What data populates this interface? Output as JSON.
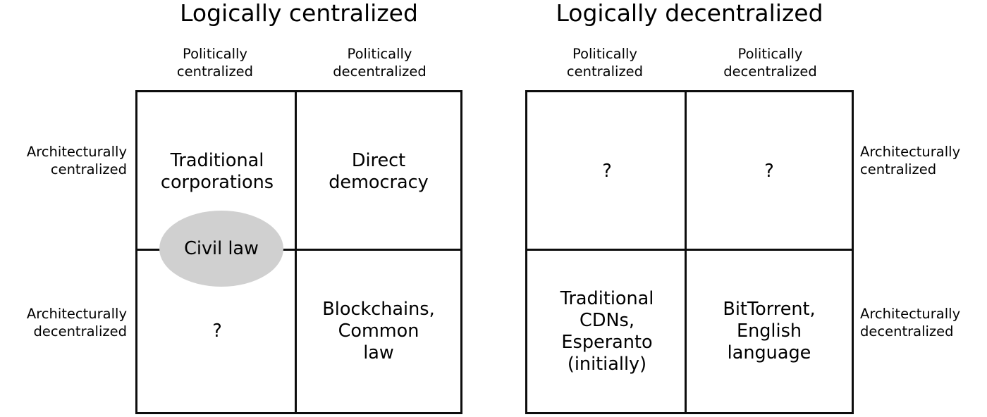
{
  "figure": {
    "background_color": "#ffffff",
    "line_color": "#0d0d0d",
    "text_color": "#000000",
    "highlight_fill": "#d0d0d0"
  },
  "groups": [
    {
      "title": "Logically centralized",
      "col_headers": [
        "Politically\ncentralized",
        "Politically\ndecentralized"
      ],
      "row_labels": [
        "Architecturally\ncentralized",
        "Architecturally\ndecentralized"
      ],
      "row_label_side": "left",
      "cells": [
        {
          "text": "Traditional\ncorporations"
        },
        {
          "text": "Direct\ndemocracy"
        },
        {
          "text": "?"
        },
        {
          "text": "Blockchains,\nCommon\nlaw"
        }
      ],
      "highlight": {
        "label": "Civil law"
      }
    },
    {
      "title": "Logically decentralized",
      "col_headers": [
        "Politically\ncentralized",
        "Politically\ndecentralized"
      ],
      "row_labels": [
        "Architecturally\ncentralized",
        "Architecturally\ndecentralized"
      ],
      "row_label_side": "right",
      "cells": [
        {
          "text": "?"
        },
        {
          "text": "?"
        },
        {
          "text": "Traditional\nCDNs,\nEsperanto\n(initially)"
        },
        {
          "text": "BitTorrent,\nEnglish\nlanguage"
        }
      ],
      "highlight": null
    }
  ]
}
